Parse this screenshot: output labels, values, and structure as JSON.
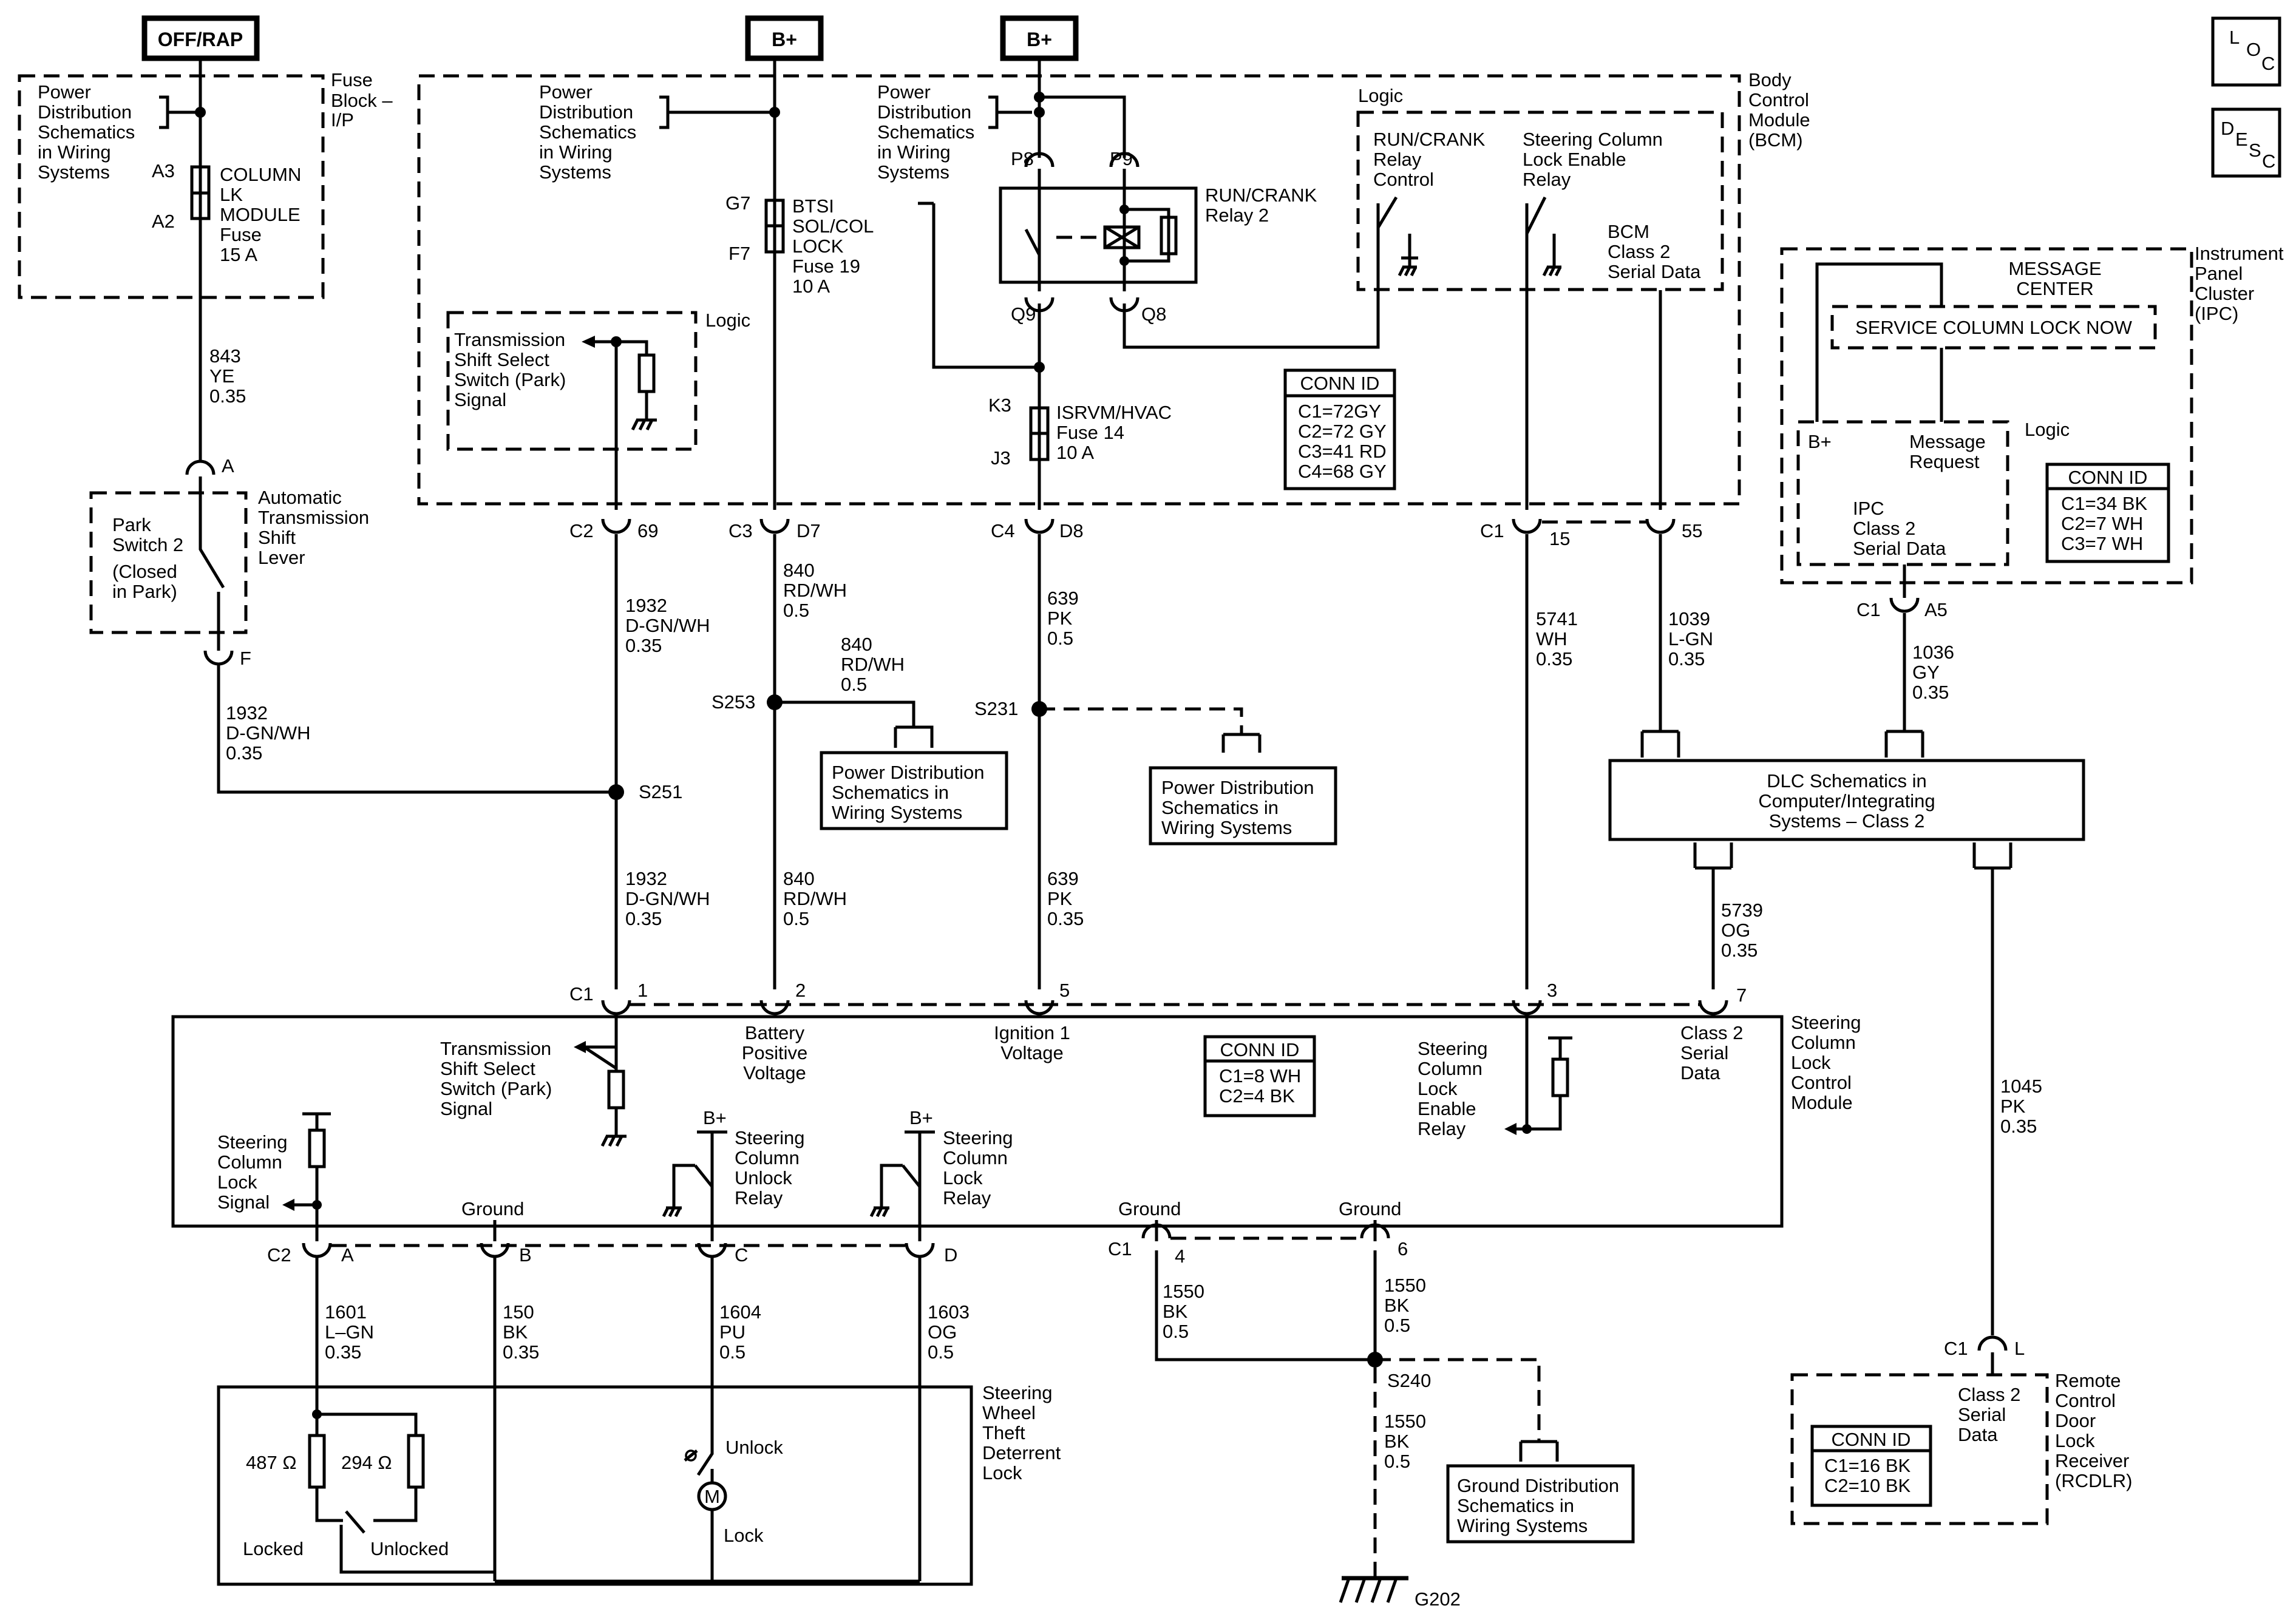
{
  "header": {
    "off_rap": "OFF/RAP",
    "b_plus_1": "B+",
    "b_plus_2": "B+",
    "loc": [
      "L",
      "O",
      "C"
    ],
    "desc": [
      "D",
      "E",
      "S",
      "C"
    ]
  },
  "fuse_block": {
    "name": [
      "Fuse",
      "Block –",
      "I/P"
    ],
    "pd_ref": [
      "Power",
      "Distribution",
      "Schematics",
      "in Wiring",
      "Systems"
    ],
    "pin_top": "A3",
    "pin_bottom": "A2",
    "fuse": [
      "COLUMN",
      "LK",
      "MODULE",
      "Fuse",
      "15 A"
    ]
  },
  "bcm": {
    "name": [
      "Body",
      "Control",
      "Module",
      "(BCM)"
    ],
    "pd_ref_1": [
      "Power",
      "Distribution",
      "Schematics",
      "in Wiring",
      "Systems"
    ],
    "pd_ref_2": [
      "Power",
      "Distribution",
      "Schematics",
      "in Wiring",
      "Systems"
    ],
    "logic_1": "Logic",
    "logic_2": "Logic",
    "tss": [
      "Transmission",
      "Shift Select",
      "Switch (Park)",
      "Signal"
    ],
    "btsi_pin_top": "G7",
    "btsi_pin_bottom": "F7",
    "btsi_fuse": [
      "BTSI",
      "SOL/COL",
      "LOCK",
      "Fuse 19",
      "10 A"
    ],
    "p8": "P8",
    "p9": "P9",
    "q9": "Q9",
    "q8": "Q8",
    "relay": [
      "RUN/CRANK",
      "Relay 2"
    ],
    "isrvm_pin_top": "K3",
    "isrvm_pin_bottom": "J3",
    "isrvm_fuse": [
      "ISRVM/HVAC",
      "Fuse 14",
      "10 A"
    ],
    "run_crank_ctrl": [
      "RUN/CRANK",
      "Relay",
      "Control"
    ],
    "sc_lock_enable": [
      "Steering Column",
      "Lock Enable",
      "Relay"
    ],
    "bcm_class2": [
      "BCM",
      "Class 2",
      "Serial Data"
    ],
    "conn_title": "CONN ID",
    "conn_rows": [
      "C1=72GY",
      "C2=72 GY",
      "C3=41 RD",
      "C4=68 GY"
    ]
  },
  "bcm_connectors": [
    {
      "conn": "C2",
      "pin": "69"
    },
    {
      "conn": "C3",
      "pin": "D7"
    },
    {
      "conn": "C4",
      "pin": "D8"
    },
    {
      "conn": "C1",
      "pin": "15"
    },
    {
      "conn": "",
      "pin": "55"
    }
  ],
  "ipc": {
    "name": [
      "Instrument",
      "Panel",
      "Cluster",
      "(IPC)"
    ],
    "msg_center": [
      "MESSAGE",
      "CENTER"
    ],
    "service": "SERVICE COLUMN LOCK NOW",
    "logic": "Logic",
    "b_plus": "B+",
    "msg_request": [
      "Message",
      "Request"
    ],
    "class2": [
      "IPC",
      "Class 2",
      "Serial Data"
    ],
    "conn_title": "CONN ID",
    "conn_rows": [
      "C1=34 BK",
      "C2=7 WH",
      "C3=7 WH"
    ],
    "conn": "C1",
    "pin": "A5"
  },
  "wires": {
    "w843": [
      "843",
      "YE",
      "0.35"
    ],
    "w1932a": [
      "1932",
      "D-GN/WH",
      "0.35"
    ],
    "w1932b": [
      "1932",
      "D-GN/WH",
      "0.35"
    ],
    "w1932c": [
      "1932",
      "D-GN/WH",
      "0.35"
    ],
    "w840a": [
      "840",
      "RD/WH",
      "0.5"
    ],
    "w840b": [
      "840",
      "RD/WH",
      "0.5"
    ],
    "w840c": [
      "840",
      "RD/WH",
      "0.5"
    ],
    "w639a": [
      "639",
      "PK",
      "0.5"
    ],
    "w639b": [
      "639",
      "PK",
      "0.35"
    ],
    "w5741": [
      "5741",
      "WH",
      "0.35"
    ],
    "w1039": [
      "1039",
      "L-GN",
      "0.35"
    ],
    "w1036": [
      "1036",
      "GY",
      "0.35"
    ],
    "w5739": [
      "5739",
      "OG",
      "0.35"
    ],
    "w1045": [
      "1045",
      "PK",
      "0.35"
    ],
    "w1601": [
      "1601",
      "L–GN",
      "0.35"
    ],
    "w150": [
      "150",
      "BK",
      "0.35"
    ],
    "w1604": [
      "1604",
      "PU",
      "0.5"
    ],
    "w1603": [
      "1603",
      "OG",
      "0.5"
    ],
    "w1550a": [
      "1550",
      "BK",
      "0.5"
    ],
    "w1550b": [
      "1550",
      "BK",
      "0.5"
    ],
    "w1550c": [
      "1550",
      "BK",
      "0.5"
    ]
  },
  "splices": {
    "s253": "S253",
    "s231": "S231",
    "s251": "S251",
    "s240": "S240"
  },
  "park_switch": {
    "name": [
      "Automatic",
      "Transmission",
      "Shift",
      "Lever"
    ],
    "body": [
      "Park",
      "Switch 2",
      "",
      "(Closed",
      "in Park)"
    ],
    "pin_a": "A",
    "pin_f": "F"
  },
  "refs": {
    "pd1": [
      "Power Distribution",
      "Schematics in",
      "Wiring Systems"
    ],
    "pd2": [
      "Power Distribution",
      "Schematics in",
      "Wiring Systems"
    ],
    "dlc": [
      "DLC Schematics in",
      "Computer/Integrating",
      "Systems – Class 2"
    ],
    "gd": [
      "Ground Distribution",
      "Schematics in",
      "Wiring Systems"
    ]
  },
  "sclcm": {
    "name": [
      "Steering",
      "Column",
      "Lock",
      "Control",
      "Module"
    ],
    "c1_conn": "C1",
    "c1_pins": [
      "1",
      "2",
      "5",
      "3",
      "7"
    ],
    "tss": [
      "Transmission",
      "Shift Select",
      "Switch (Park)",
      "Signal"
    ],
    "batt": [
      "Battery",
      "Positive",
      "Voltage"
    ],
    "ign": [
      "Ignition 1",
      "Voltage"
    ],
    "enable_relay": [
      "Steering",
      "Column",
      "Lock",
      "Enable",
      "Relay"
    ],
    "class2": [
      "Class 2",
      "Serial",
      "Data"
    ],
    "conn_title": "CONN ID",
    "conn_rows": [
      "C1=8 WH",
      "C2=4 BK"
    ],
    "lock_signal": [
      "Steering",
      "Column",
      "Lock",
      "Signal"
    ],
    "ground_1": "Ground",
    "ground_2": "Ground",
    "ground_3": "Ground",
    "b_plus_1": "B+",
    "b_plus_2": "B+",
    "unlock_relay": [
      "Steering",
      "Column",
      "Unlock",
      "Relay"
    ],
    "lock_relay": [
      "Steering",
      "Column",
      "Lock",
      "Relay"
    ],
    "c2_conn": "C2",
    "c2_pins": [
      "A",
      "B",
      "C",
      "D"
    ],
    "c1b_conn": "C1",
    "c1b_pins": [
      "4",
      "6"
    ]
  },
  "swtdl": {
    "name": [
      "Steering",
      "Wheel",
      "Theft",
      "Deterrent",
      "Lock"
    ],
    "r487": "487 Ω",
    "r294": "294 Ω",
    "locked": "Locked",
    "unlocked": "Unlocked",
    "unlock": "Unlock",
    "lock": "Lock",
    "motor": "M"
  },
  "rcdlr": {
    "name": [
      "Remote",
      "Control",
      "Door",
      "Lock",
      "Receiver",
      "(RCDLR)"
    ],
    "class2": [
      "Class 2",
      "Serial",
      "Data"
    ],
    "conn_title": "CONN ID",
    "conn_rows": [
      "C1=16 BK",
      "C2=10 BK"
    ],
    "conn": "C1",
    "pin": "L"
  },
  "ground": {
    "g202": "G202"
  }
}
